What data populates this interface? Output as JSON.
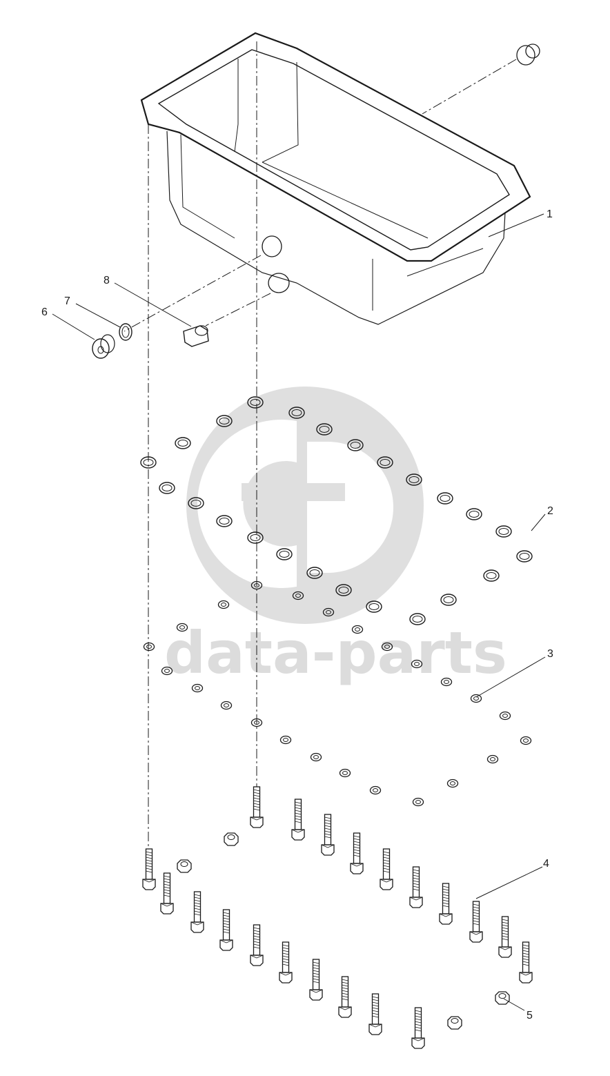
{
  "watermark": {
    "text": "data-parts",
    "logo": "gd-logo-watermark"
  },
  "callouts": [
    {
      "id": "1",
      "part": "oil-pan"
    },
    {
      "id": "2",
      "part": "seal-ring-large"
    },
    {
      "id": "3",
      "part": "washer-small"
    },
    {
      "id": "4",
      "part": "hex-bolt"
    },
    {
      "id": "5",
      "part": "hex-nut"
    },
    {
      "id": "6",
      "part": "drain-plug"
    },
    {
      "id": "7",
      "part": "seal-ring"
    },
    {
      "id": "8",
      "part": "screw-plug"
    }
  ],
  "colors": {
    "line": "#1a1a1a",
    "watermark": "#dcdcdc",
    "background": "#ffffff"
  }
}
